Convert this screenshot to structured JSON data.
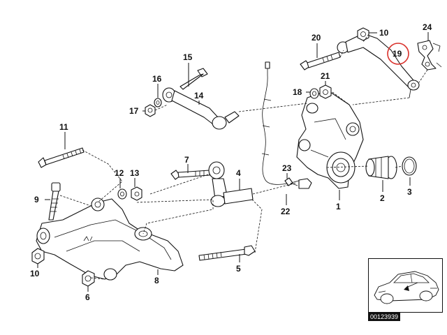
{
  "diagram": {
    "callouts": [
      {
        "id": "c1",
        "label": "1"
      },
      {
        "id": "c2",
        "label": "2"
      },
      {
        "id": "c3",
        "label": "3"
      },
      {
        "id": "c4",
        "label": "4"
      },
      {
        "id": "c5",
        "label": "5"
      },
      {
        "id": "c6",
        "label": "6"
      },
      {
        "id": "c7",
        "label": "7"
      },
      {
        "id": "c8",
        "label": "8"
      },
      {
        "id": "c9",
        "label": "9"
      },
      {
        "id": "c10a",
        "label": "10"
      },
      {
        "id": "c10b",
        "label": "10"
      },
      {
        "id": "c11",
        "label": "11"
      },
      {
        "id": "c12",
        "label": "12"
      },
      {
        "id": "c13",
        "label": "13"
      },
      {
        "id": "c14",
        "label": "14"
      },
      {
        "id": "c15",
        "label": "15"
      },
      {
        "id": "c16",
        "label": "16"
      },
      {
        "id": "c17",
        "label": "17"
      },
      {
        "id": "c18",
        "label": "18"
      },
      {
        "id": "c19",
        "label": "19"
      },
      {
        "id": "c20",
        "label": "20"
      },
      {
        "id": "c21",
        "label": "21"
      },
      {
        "id": "c22",
        "label": "22"
      },
      {
        "id": "c23",
        "label": "23"
      },
      {
        "id": "c24",
        "label": "24"
      }
    ],
    "highlighted_callout": "19",
    "highlight_color": "#d9302a",
    "inset_code": "00123939"
  }
}
